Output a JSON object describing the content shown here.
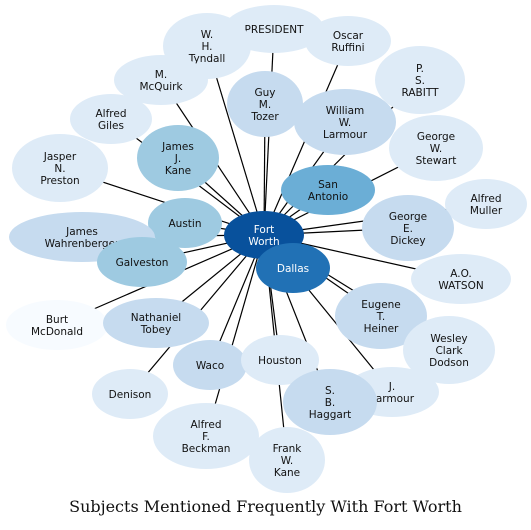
{
  "caption": "Subjects Mentioned Frequently With Fort Worth",
  "hub": {
    "id": "fort-worth",
    "lines": [
      "Fort",
      "Worth"
    ],
    "color": "#08519c"
  },
  "nodes": [
    {
      "id": "president",
      "lines": [
        "PRESIDENT"
      ],
      "color": "#deebf7"
    },
    {
      "id": "wh-tyndall",
      "lines": [
        "W.",
        "H.",
        "Tyndall"
      ],
      "color": "#deebf7"
    },
    {
      "id": "oscar-ruffini",
      "lines": [
        "Oscar",
        "Ruffini"
      ],
      "color": "#deebf7"
    },
    {
      "id": "m-mcquirk",
      "lines": [
        "M.",
        "McQuirk"
      ],
      "color": "#deebf7"
    },
    {
      "id": "ps-rabitt",
      "lines": [
        "P.",
        "S.",
        "RABITT"
      ],
      "color": "#deebf7"
    },
    {
      "id": "guy-m-tozer",
      "lines": [
        "Guy",
        "M.",
        "Tozer"
      ],
      "color": "#c6dbef"
    },
    {
      "id": "alfred-giles",
      "lines": [
        "Alfred",
        "Giles"
      ],
      "color": "#deebf7"
    },
    {
      "id": "william-w-larmour",
      "lines": [
        "William",
        "W.",
        "Larmour"
      ],
      "color": "#c6dbef"
    },
    {
      "id": "george-w-stewart",
      "lines": [
        "George",
        "W.",
        "Stewart"
      ],
      "color": "#deebf7"
    },
    {
      "id": "james-j-kane",
      "lines": [
        "James",
        "J.",
        "Kane"
      ],
      "color": "#9ecae1"
    },
    {
      "id": "jasper-n-preston",
      "lines": [
        "Jasper",
        "N.",
        "Preston"
      ],
      "color": "#deebf7"
    },
    {
      "id": "san-antonio",
      "lines": [
        "San",
        "Antonio"
      ],
      "color": "#6baed6"
    },
    {
      "id": "alfred-muller",
      "lines": [
        "Alfred",
        "Muller"
      ],
      "color": "#deebf7"
    },
    {
      "id": "austin",
      "lines": [
        "Austin"
      ],
      "color": "#9ecae1"
    },
    {
      "id": "george-e-dickey",
      "lines": [
        "George",
        "E.",
        "Dickey"
      ],
      "color": "#c6dbef"
    },
    {
      "id": "james-wahrenberger",
      "lines": [
        "James",
        "Wahrenberger"
      ],
      "color": "#c6dbef"
    },
    {
      "id": "galveston",
      "lines": [
        "Galveston"
      ],
      "color": "#9ecae1"
    },
    {
      "id": "dallas",
      "lines": [
        "Dallas"
      ],
      "color": "#2171b5"
    },
    {
      "id": "ao-watson",
      "lines": [
        "A.O.",
        "WATSON"
      ],
      "color": "#deebf7"
    },
    {
      "id": "burt-mcdonald",
      "lines": [
        "Burt",
        "McDonald"
      ],
      "color": "#f7fbff"
    },
    {
      "id": "nathaniel-tobey",
      "lines": [
        "Nathaniel",
        "Tobey"
      ],
      "color": "#c6dbef"
    },
    {
      "id": "eugene-t-heiner",
      "lines": [
        "Eugene",
        "T.",
        "Heiner"
      ],
      "color": "#c6dbef"
    },
    {
      "id": "wesley-clark-dodson",
      "lines": [
        "Wesley",
        "Clark",
        "Dodson"
      ],
      "color": "#deebf7"
    },
    {
      "id": "waco",
      "lines": [
        "Waco"
      ],
      "color": "#c6dbef"
    },
    {
      "id": "houston",
      "lines": [
        "Houston"
      ],
      "color": "#deebf7"
    },
    {
      "id": "denison",
      "lines": [
        "Denison"
      ],
      "color": "#deebf7"
    },
    {
      "id": "j-larmour",
      "lines": [
        "J.",
        "Larmour"
      ],
      "color": "#deebf7"
    },
    {
      "id": "sb-haggart",
      "lines": [
        "S.",
        "B.",
        "Haggart"
      ],
      "color": "#c6dbef"
    },
    {
      "id": "alfred-f-beckman",
      "lines": [
        "Alfred",
        "F.",
        "Beckman"
      ],
      "color": "#deebf7"
    },
    {
      "id": "frank-w-kane",
      "lines": [
        "Frank",
        "W.",
        "Kane"
      ],
      "color": "#deebf7"
    }
  ]
}
